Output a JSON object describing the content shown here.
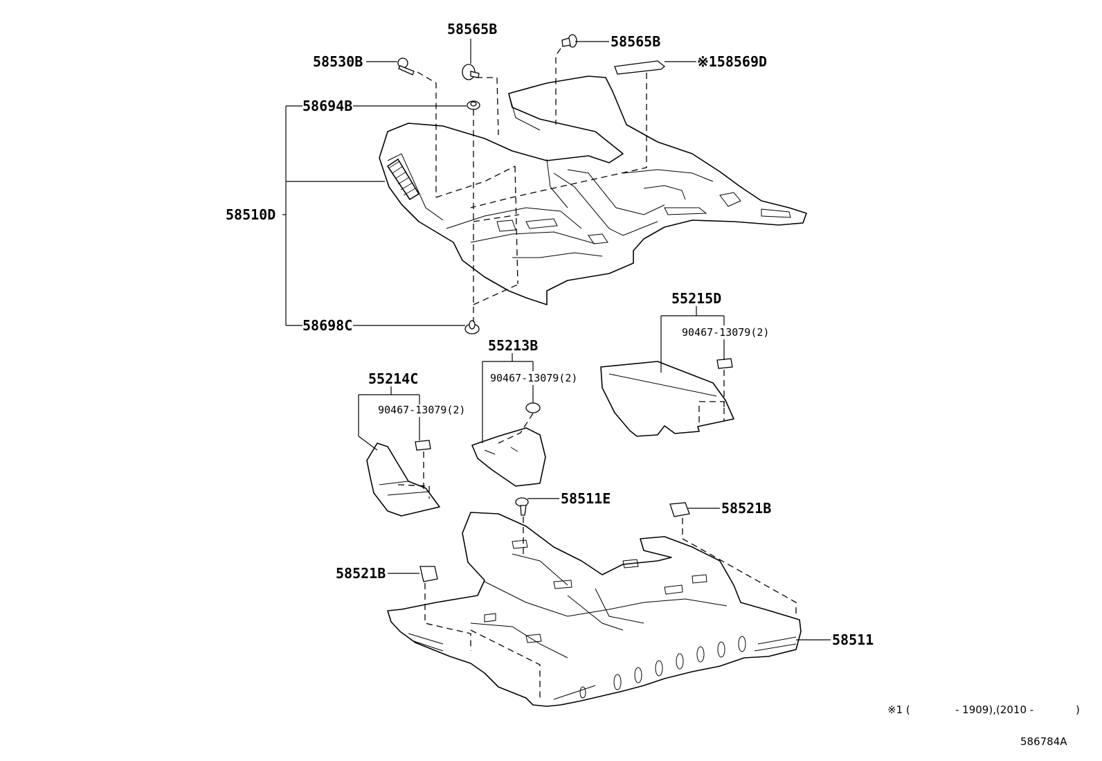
{
  "labels": {
    "p58565B_top": "58565B",
    "p58565B_right": "58565B",
    "p58530B": "58530B",
    "p58569D": "※158569D",
    "p58694B": "58694B",
    "p58510D": "58510D",
    "p58698C": "58698C",
    "p55215D": "55215D",
    "p55215D_clip": "90467-13079(2)",
    "p55213B": "55213B",
    "p55213B_clip": "90467-13079(2)",
    "p55214C": "55214C",
    "p55214C_clip": "90467-13079(2)",
    "p58511E": "58511E",
    "p58521B_right": "58521B",
    "p58521B_left": "58521B",
    "p58511": "58511"
  },
  "footnote": {
    "mark": "※1 (",
    "range1": "- 1909),(2010 -",
    "close": ")"
  },
  "illustration_id": "586784A"
}
